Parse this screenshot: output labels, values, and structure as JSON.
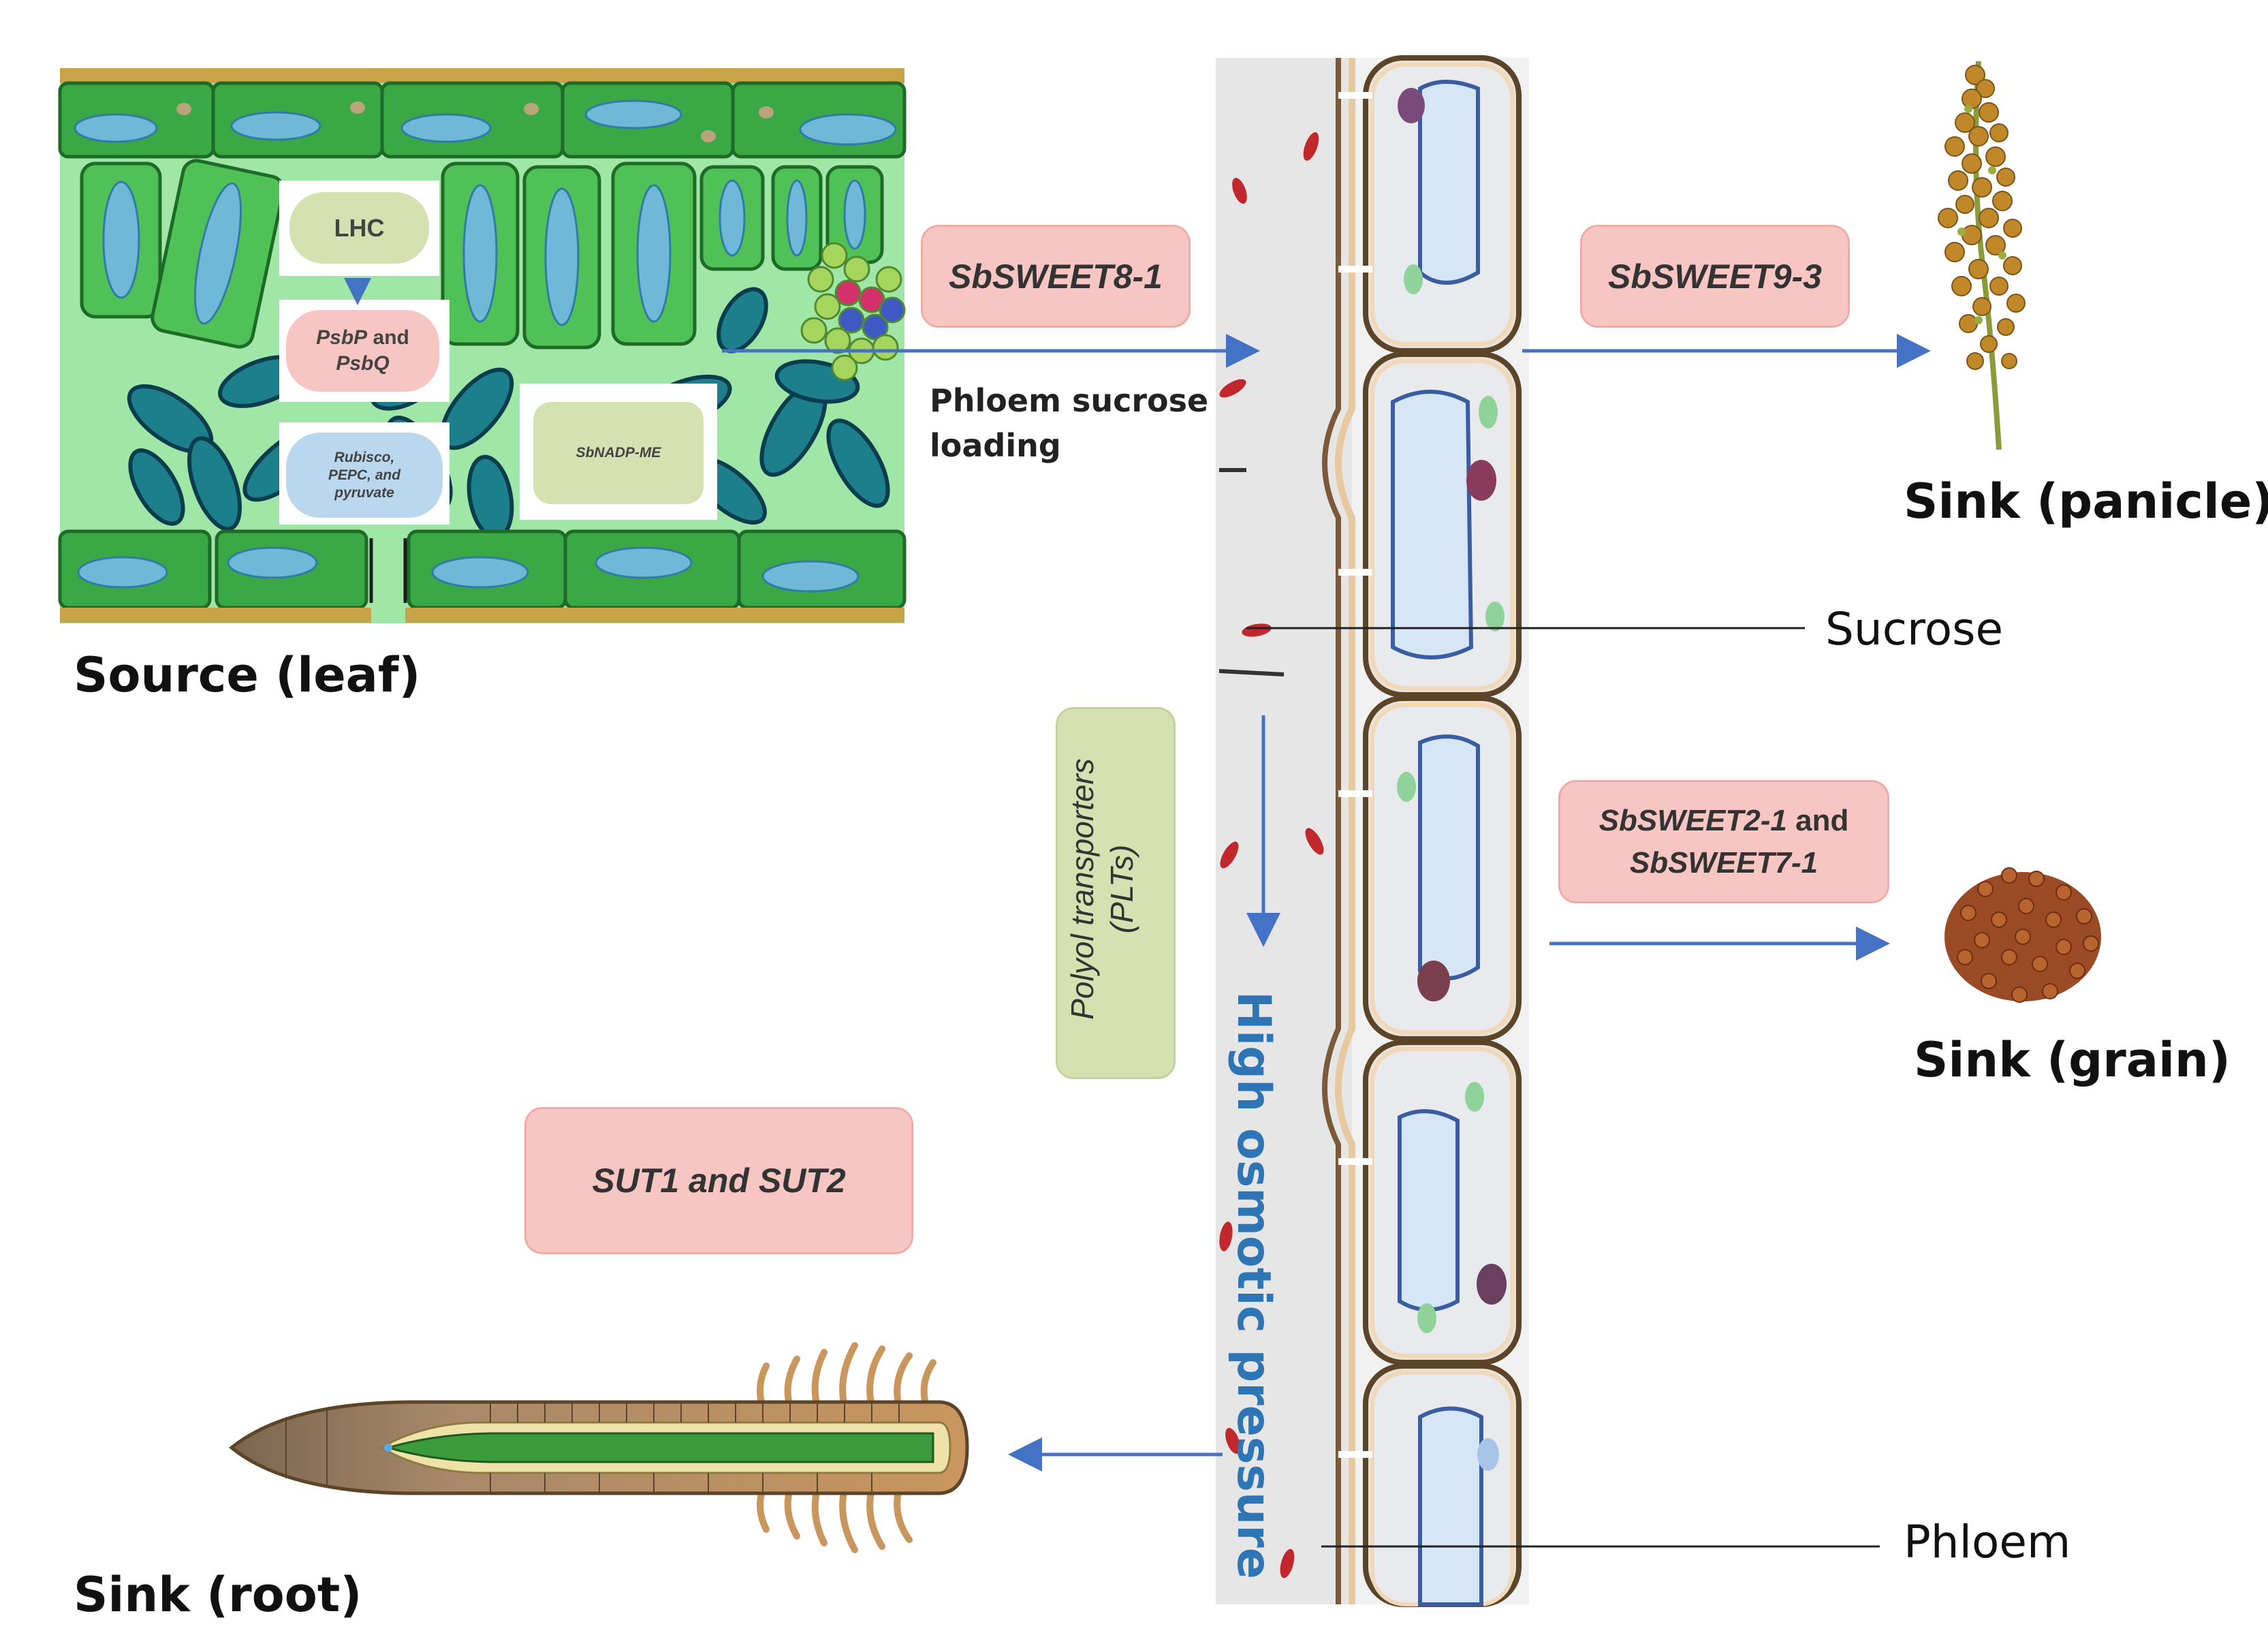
{
  "labels": {
    "source_leaf": "Source (leaf)",
    "sink_panicle": "Sink (panicle)",
    "sink_grain": "Sink (grain)",
    "sink_root": "Sink (root)",
    "sucrose": "Sucrose",
    "phloem": "Phloem",
    "phloem_loading_line1": "Phloem sucrose",
    "phloem_loading_line2": "loading",
    "high_osmotic_pressure": "High osmotic pressure",
    "polyol_line1": "Polyol transporters",
    "polyol_line2": "(PLTs)"
  },
  "transporters": {
    "sweet8_1": "SbSWEET8-1",
    "sweet9_3": "SbSWEET9-3",
    "sweet2_1": "SbSWEET2-1",
    "sweet_and": "and",
    "sweet7_1": "SbSWEET7-1",
    "sut1": "SUT1",
    "sut_and": "and",
    "sut2": "SUT2"
  },
  "leaf_boxes": {
    "lhc": "LHC",
    "psbp": "PsbP",
    "psbp_and": "and",
    "psbq": "PsbQ",
    "rubisco_line1": "Rubisco,",
    "rubisco_line2": "PEPC, and",
    "rubisco_line3": "pyruvate",
    "nadp_me": "SbNADP-ME"
  },
  "colors": {
    "arrow_blue": "#4472c4",
    "pink_box": "#f8c6c2",
    "green_box": "#d6e1b1",
    "blue_box": "#bad7ee",
    "osmotic_text": "#2e75b6",
    "leaf_green": "#2e9a3e"
  }
}
